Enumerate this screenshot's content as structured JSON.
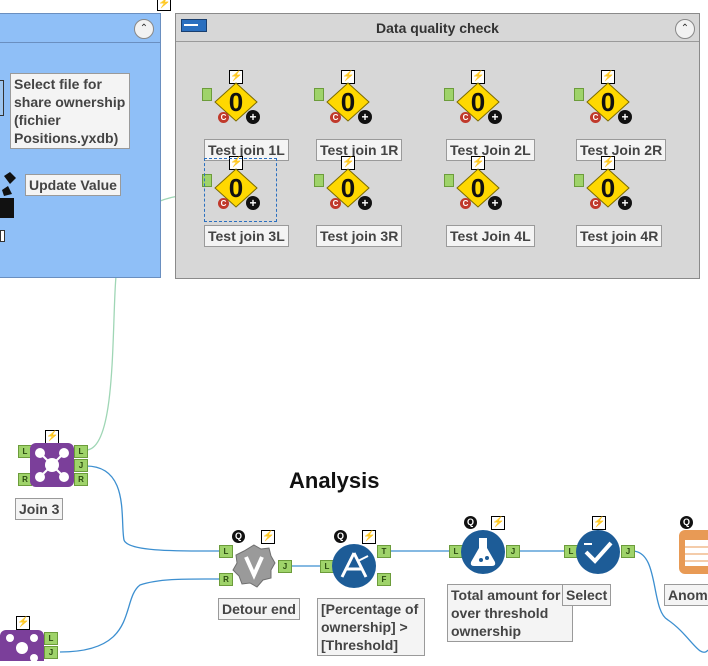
{
  "left_container": {
    "labels": {
      "select_file": "Select file for share ownership (fichier Positions.yxdb)",
      "update_value": "Update Value"
    },
    "collapse_symbol": "⌃"
  },
  "dq_container": {
    "title": "Data quality check",
    "collapse_symbol": "⌃",
    "tests": [
      {
        "label": "Test join 1L"
      },
      {
        "label": "Test join 1R"
      },
      {
        "label": "Test Join 2L"
      },
      {
        "label": "Test Join 2R"
      },
      {
        "label": "Test join 3L"
      },
      {
        "label": "Test join 3R"
      },
      {
        "label": "Test Join 4L"
      },
      {
        "label": "Test join 4R"
      }
    ]
  },
  "canvas": {
    "section_title": "Analysis",
    "join3_label": "Join 3",
    "detour_label": "Detour end",
    "filter_label": "[Percentage of ownership] > [Threshold]",
    "formula_label": "Total amount for over threshold ownership",
    "select_label": "Select",
    "anomaly_label": "Anom"
  },
  "icons": {
    "bolt": "⚡",
    "q": "Q",
    "test_zero": "0",
    "c_badge": "C",
    "plus_badge": "+"
  },
  "anchors": {
    "L": "L",
    "R": "R",
    "J": "J",
    "T": "T",
    "F": "F"
  },
  "colors": {
    "blue_container": "#8fbff7",
    "gray_container": "#d7d7d7",
    "test_yellow": "#ffd800",
    "tool_blue": "#1d5c97",
    "join_purple": "#7b3f9a",
    "connection": "#3c8fd0"
  }
}
